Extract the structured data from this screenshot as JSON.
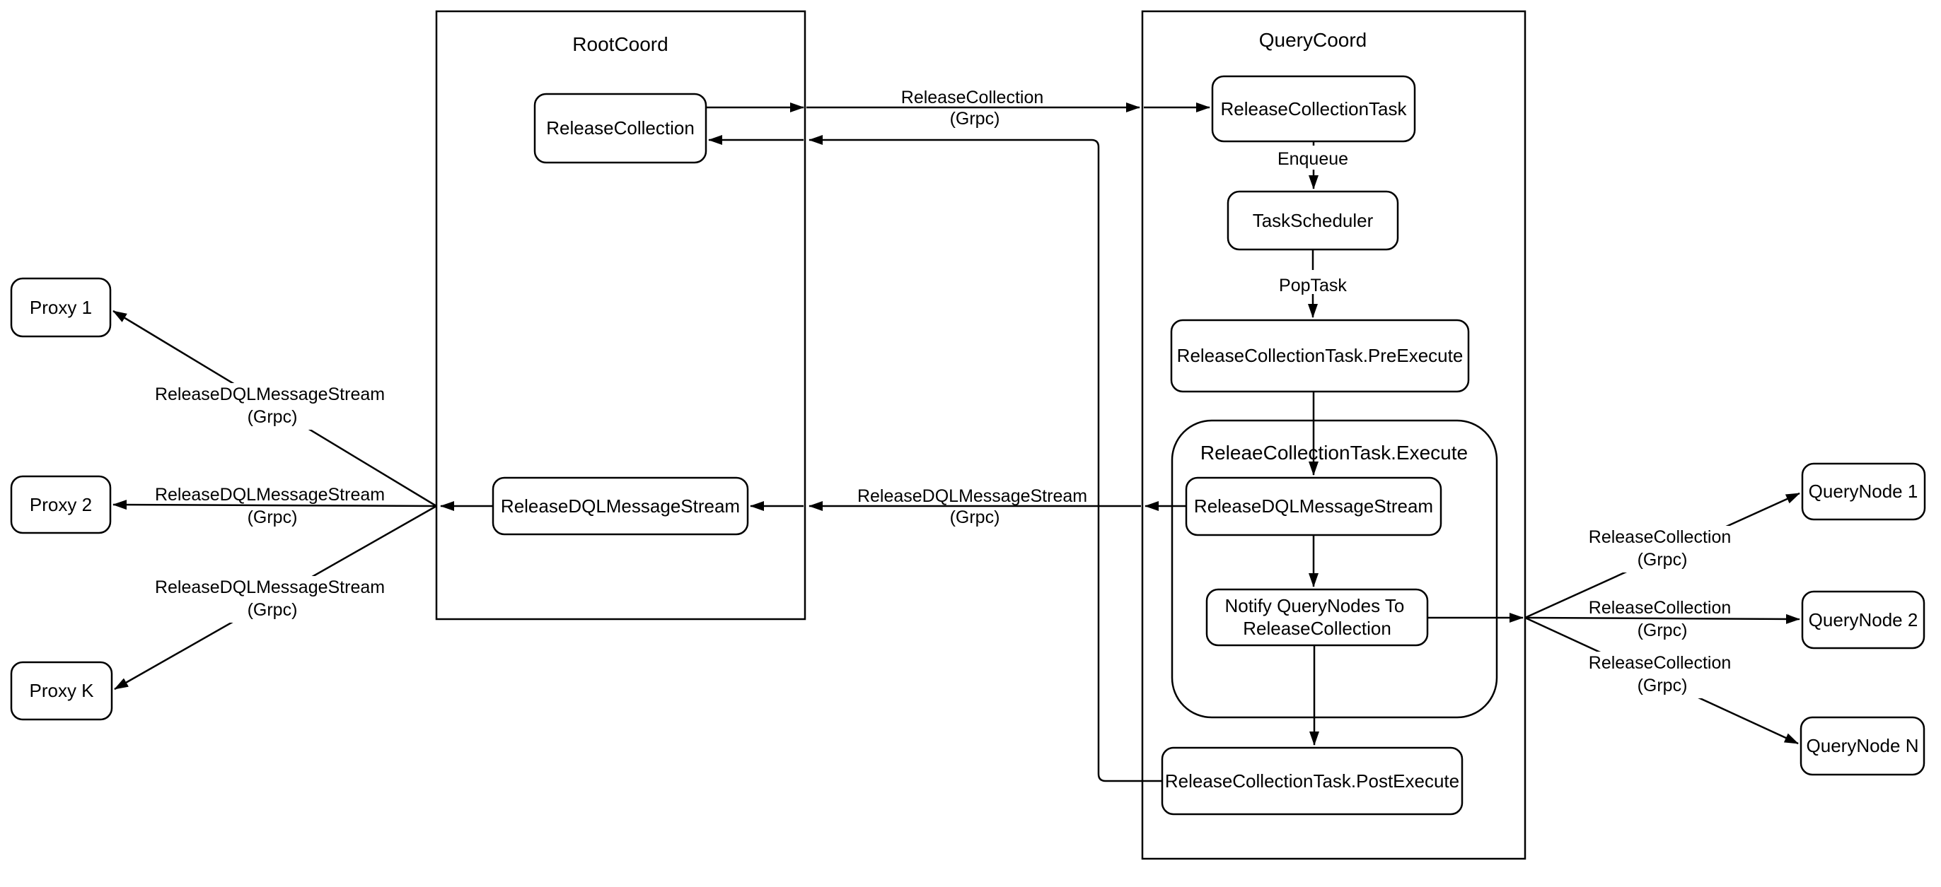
{
  "diagram": {
    "background_color": "#ffffff",
    "line_color": "#000000",
    "containers": {
      "rootcoord": {
        "title": "RootCoord"
      },
      "querycoord": {
        "title": "QueryCoord"
      }
    },
    "nodes": {
      "release_collection": {
        "label": "ReleaseCollection"
      },
      "release_collection_task": {
        "label": "ReleaseCollectionTask"
      },
      "task_scheduler": {
        "label": "TaskScheduler"
      },
      "pre_execute": {
        "label": "ReleaseCollectionTask.PreExecute"
      },
      "execute_group": {
        "label": "ReleaeCollectionTask.Execute"
      },
      "release_dql_message_stream_qc": {
        "label": "ReleaseDQLMessageStream"
      },
      "notify_querynodes": {
        "line1": "Notify QueryNodes To",
        "line2": "ReleaseCollection"
      },
      "post_execute": {
        "label": "ReleaseCollectionTask.PostExecute"
      },
      "release_dql_message_stream_rc": {
        "label": "ReleaseDQLMessageStream"
      },
      "proxy_1": {
        "label": "Proxy 1"
      },
      "proxy_2": {
        "label": "Proxy 2"
      },
      "proxy_k": {
        "label": "Proxy K"
      },
      "querynode_1": {
        "label": "QueryNode 1"
      },
      "querynode_2": {
        "label": "QueryNode 2"
      },
      "querynode_n": {
        "label": "QueryNode N"
      }
    },
    "edge_labels": {
      "enqueue": "Enqueue",
      "pop_task": "PopTask",
      "release_collection_grpc": {
        "line1": "ReleaseCollection",
        "line2": "(Grpc)"
      },
      "release_dql_grpc": {
        "line1": "ReleaseDQLMessageStream",
        "line2": "(Grpc)"
      }
    }
  }
}
